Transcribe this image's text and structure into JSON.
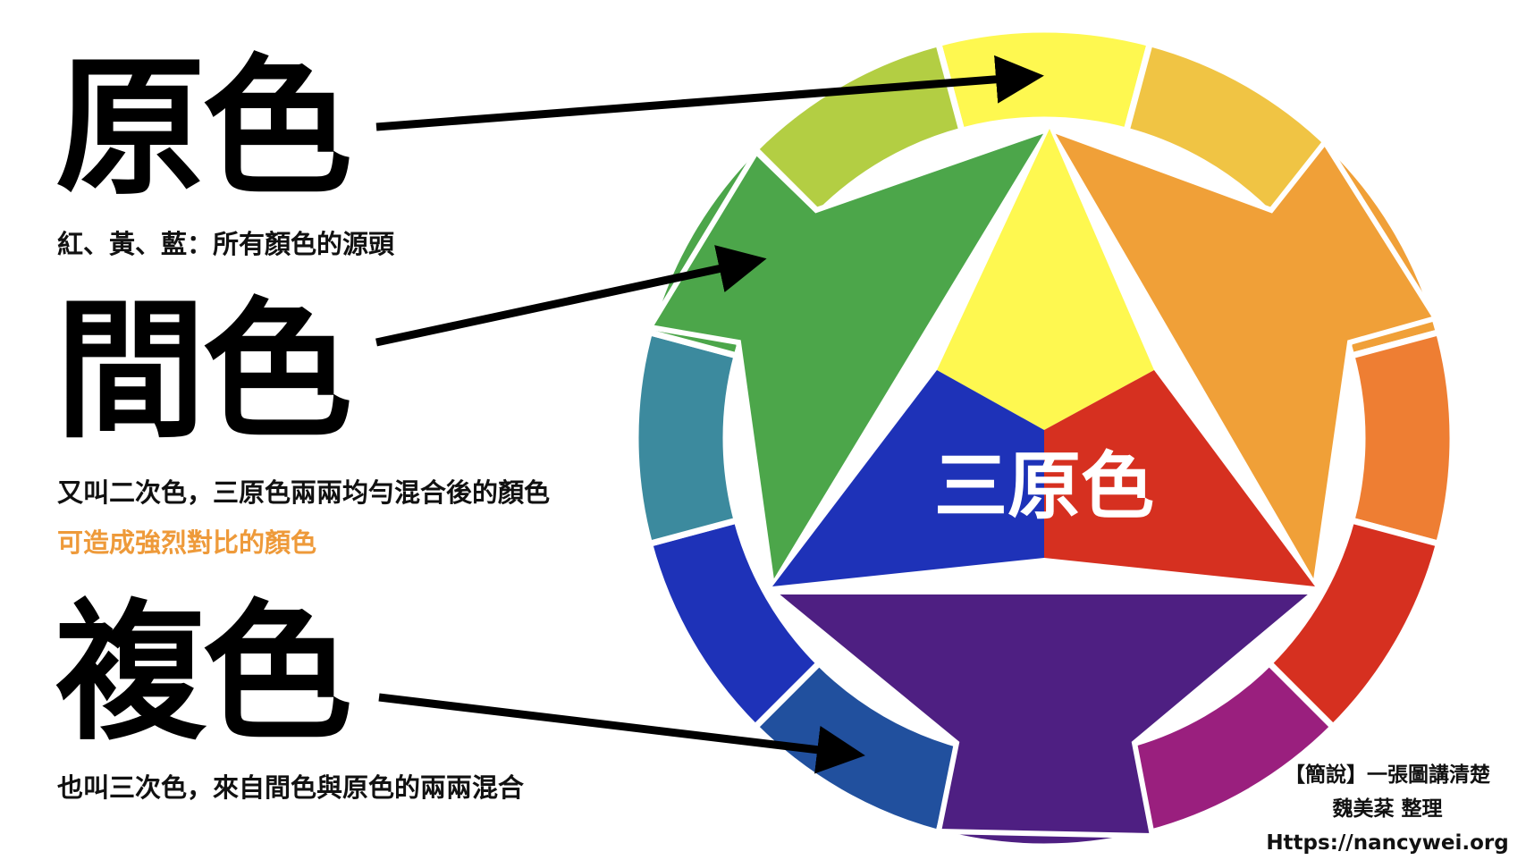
{
  "primary": {
    "title": "原色",
    "description": "紅、黃、藍：所有顏色的源頭"
  },
  "secondary": {
    "title": "間色",
    "description": "又叫二次色，三原色兩兩均勻混合後的顏色",
    "note": "可造成強烈對比的顏色"
  },
  "tertiary": {
    "title": "複色",
    "description": "也叫三次色，來自間色與原色的兩兩混合"
  },
  "wheel": {
    "center_label": "三原色",
    "ring_colors": [
      "#FEF850",
      "#F0C444",
      "#F0A038",
      "#EE7E33",
      "#D63020",
      "#9A1F7E",
      "#4E1F82",
      "#21509E",
      "#1E32B8",
      "#3C8A9E",
      "#4CA64A",
      "#B3CE43"
    ],
    "primary_colors": {
      "yellow": "#FEF850",
      "red": "#D63020",
      "blue": "#1E32B8"
    },
    "secondary_colors": {
      "green": "#4CA64A",
      "orange": "#F0A038",
      "purple": "#4E1F82"
    }
  },
  "footer": {
    "line1": "【簡說】一張圖講清楚",
    "line2": "魏美棻 整理",
    "line3": "Https://nancywei.org"
  },
  "accent_color": "#EE9A3A"
}
